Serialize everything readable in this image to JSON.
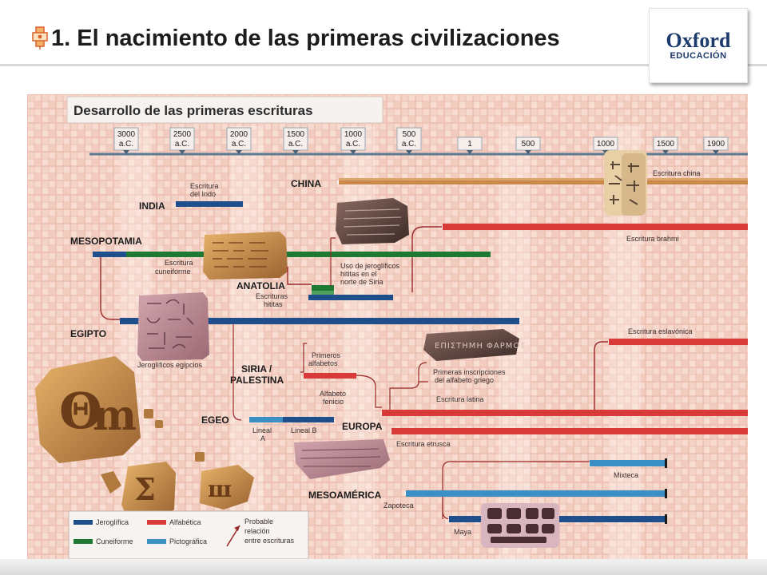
{
  "slide": {
    "title": "1. El nacimiento de las primeras civilizaciones",
    "logo_name": "Oxford",
    "logo_sub": "EDUCACIÓN"
  },
  "diagram": {
    "title": "Desarrollo de las primeras escrituras",
    "ticks": [
      {
        "top": "3000",
        "bottom": "a.C."
      },
      {
        "top": "2500",
        "bottom": "a.C."
      },
      {
        "top": "2000",
        "bottom": "a.C."
      },
      {
        "top": "1500",
        "bottom": "a.C."
      },
      {
        "top": "1000",
        "bottom": "a.C."
      },
      {
        "top": "500",
        "bottom": "a.C."
      },
      {
        "top": "1",
        "bottom": ""
      },
      {
        "top": "500",
        "bottom": ""
      },
      {
        "top": "1000",
        "bottom": ""
      },
      {
        "top": "1500",
        "bottom": ""
      },
      {
        "top": "1900",
        "bottom": ""
      }
    ],
    "regions": {
      "china": "CHINA",
      "india": "INDIA",
      "mesopotamia": "MESOPOTAMIA",
      "anatolia": "ANATOLIA",
      "egipto": "EGIPTO",
      "siria1": "SIRIA /",
      "siria2": "PALESTINA",
      "egeo": "EGEO",
      "europa": "EUROPA",
      "mesoamerica": "MESOAMÉRICA"
    },
    "labels": {
      "china": "Escritura china",
      "indo1": "Escritura",
      "indo2": "del Indo",
      "brahmi": "Escritura brahmi",
      "cuneiforme1": "Escritura",
      "cuneiforme2": "cuneiforme",
      "hititas1": "Escrituras",
      "hititas2": "hititas",
      "uso1": "Uso de jeroglíficos",
      "uso2": "hititas en el",
      "uso3": "norte de Siria",
      "egipcios": "Jeroglíficos egipcios",
      "eslavonica": "Escritura eslavónica",
      "primeros1": "Primeros",
      "primeros2": "alfabetos",
      "griego1": "Primeras inscripciones",
      "griego2": "del alfabeto griego",
      "fenicio1": "Alfabeto",
      "fenicio2": "fenicio",
      "latina": "Escritura latina",
      "etrusca": "Escritura etrusca",
      "linealA1": "Lineal",
      "linealA2": "A",
      "linealB": "Lineal B",
      "mixteca": "Mixteca",
      "zapoteca": "Zapoteca",
      "maya": "Maya"
    },
    "legend": {
      "jeroglifica": "Jeroglífica",
      "alfabetica": "Alfabética",
      "cuneiforme": "Cuneiforme",
      "pictografica": "Pictográfica",
      "relacion1": "Probable",
      "relacion2": "relación",
      "relacion3": "entre escrituras"
    },
    "colors": {
      "jeroglifica": "#1f4e8c",
      "cuneiforme": "#1e7a32",
      "alfabetica": "#d83a3a",
      "pictografica": "#3a8fc4",
      "china": "#c8894a",
      "connector": "#9a2a2a"
    }
  }
}
